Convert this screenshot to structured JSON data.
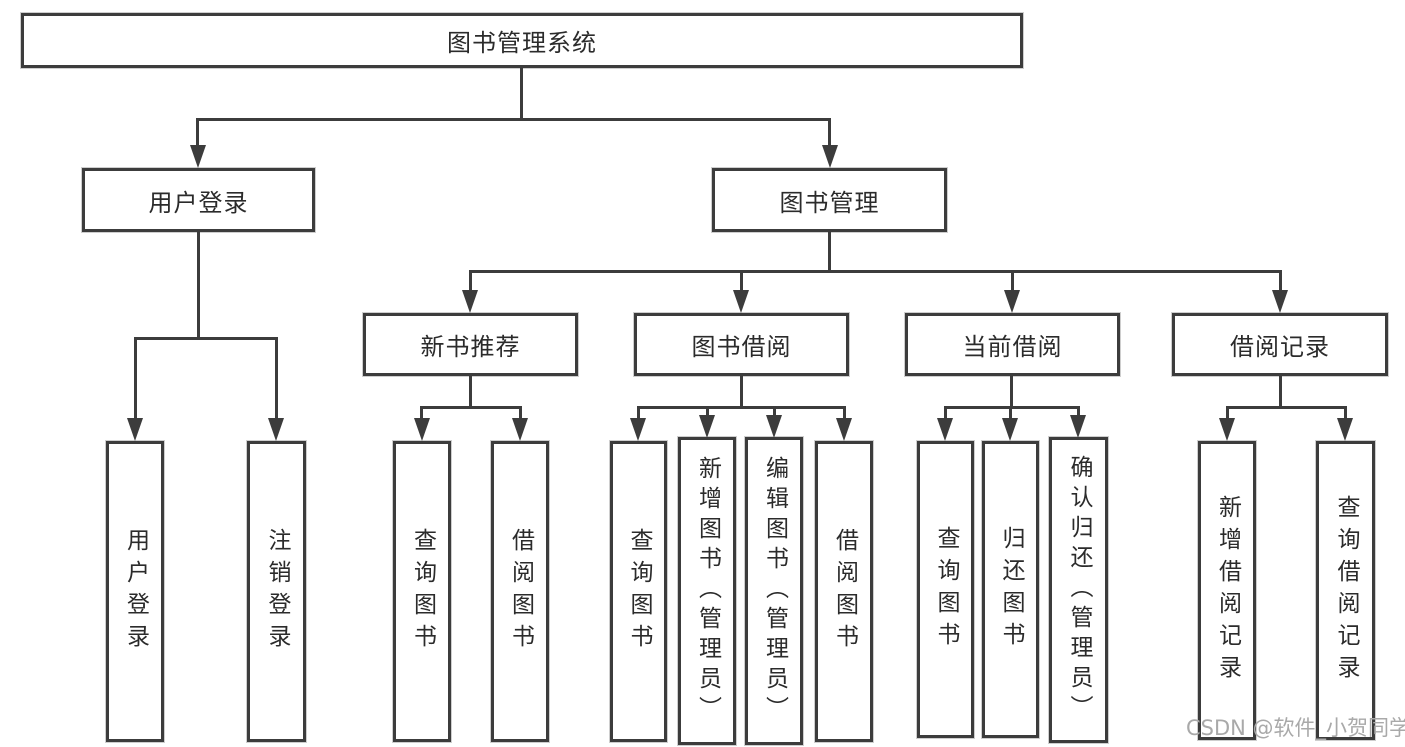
{
  "diagram": {
    "nodes": {
      "root": "图书管理系统",
      "user_login": "用户登录",
      "book_mgmt": "图书管理",
      "new_book_rec": "新书推荐",
      "book_borrow": "图书借阅",
      "current_borrow": "当前借阅",
      "borrow_records": "借阅记录",
      "leaf_user_login": "用户登录",
      "leaf_logout": "注销登录",
      "leaf_query_book_rec": "查询图书",
      "leaf_borrow_book_rec": "借阅图书",
      "leaf_query_book_borrow": "查询图书",
      "leaf_add_book_admin": "新增图书（管理员）",
      "leaf_edit_book_admin": "编辑图书（管理员）",
      "leaf_borrow_book_borrow": "借阅图书",
      "leaf_query_book_current": "查询图书",
      "leaf_return_book": "归还图书",
      "leaf_confirm_return_admin": "确认归还（管理员）",
      "leaf_add_borrow_record": "新增借阅记录",
      "leaf_query_borrow_record": "查询借阅记录"
    },
    "watermark": "CSDN @软件_小贺同学",
    "colors": {
      "line": "#3c3c3c",
      "text": "#2b2b2b",
      "watermark": "#a9a9a9",
      "background": "#ffffff"
    }
  }
}
